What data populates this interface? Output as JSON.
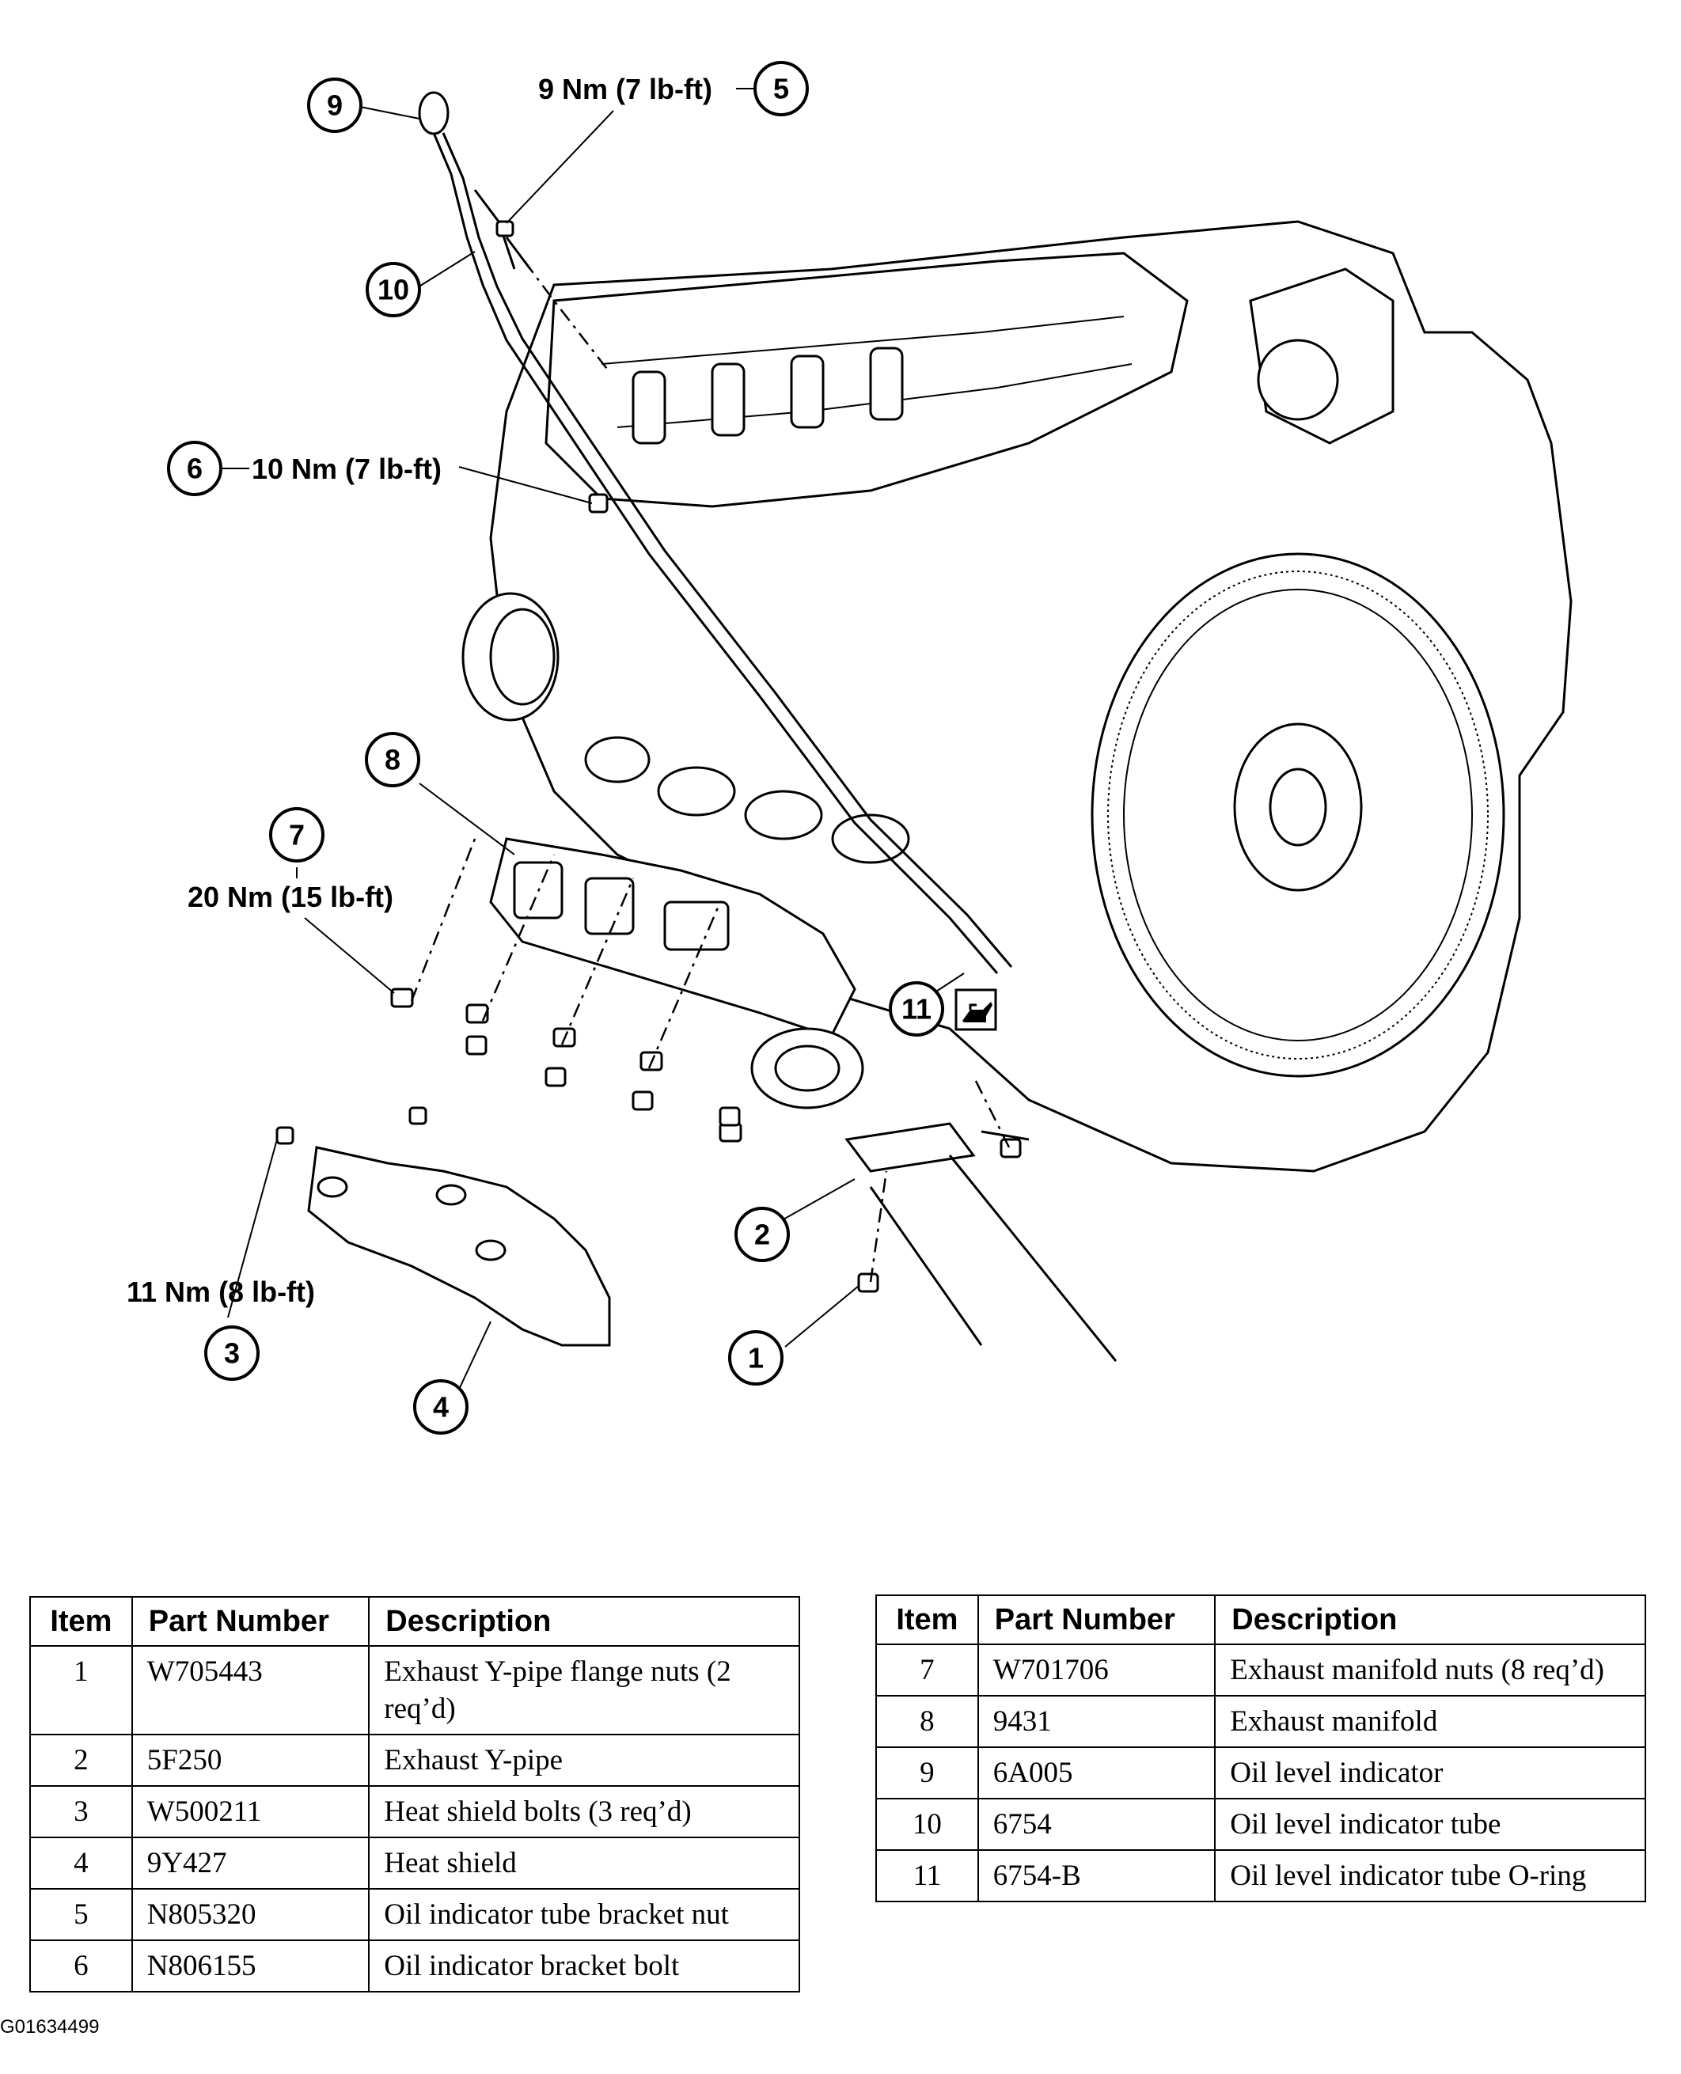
{
  "figure_id": "G01634499",
  "callouts": [
    "1",
    "2",
    "3",
    "4",
    "5",
    "6",
    "7",
    "8",
    "9",
    "10",
    "11"
  ],
  "torque_specs": {
    "item5": "9 Nm (7 lb-ft)",
    "item6": "10 Nm (7 lb-ft)",
    "item7": "20 Nm (15 lb-ft)",
    "item3": "11 Nm (8 lb-ft)"
  },
  "icons": {
    "oil_can": "oil-can-icon"
  },
  "table_headers": {
    "item": "Item",
    "part_number": "Part Number",
    "description": "Description"
  },
  "parts_left": [
    {
      "item": "1",
      "part": "W705443",
      "desc": "Exhaust Y-pipe flange nuts (2 req’d)"
    },
    {
      "item": "2",
      "part": "5F250",
      "desc": "Exhaust Y-pipe"
    },
    {
      "item": "3",
      "part": "W500211",
      "desc": "Heat shield bolts (3 req’d)"
    },
    {
      "item": "4",
      "part": "9Y427",
      "desc": "Heat shield"
    },
    {
      "item": "5",
      "part": "N805320",
      "desc": "Oil indicator tube bracket nut"
    },
    {
      "item": "6",
      "part": "N806155",
      "desc": "Oil indicator bracket bolt"
    }
  ],
  "parts_right": [
    {
      "item": "7",
      "part": "W701706",
      "desc": "Exhaust manifold nuts (8 req’d)"
    },
    {
      "item": "8",
      "part": "9431",
      "desc": "Exhaust manifold"
    },
    {
      "item": "9",
      "part": "6A005",
      "desc": "Oil level indicator"
    },
    {
      "item": "10",
      "part": "6754",
      "desc": "Oil level indicator tube"
    },
    {
      "item": "11",
      "part": "6754-B",
      "desc": "Oil level indicator tube O-ring"
    }
  ]
}
